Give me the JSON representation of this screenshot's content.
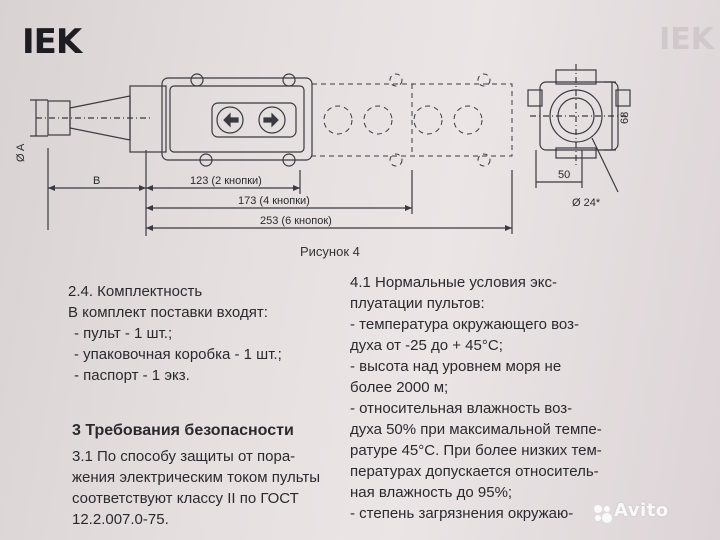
{
  "header": {
    "logo": "IEK",
    "logo_ghost": "IEK"
  },
  "figure": {
    "caption": "Рисунок 4",
    "dims": {
      "phi_a": "Ø A",
      "b": "B",
      "len_2": "123 (2 кнопки)",
      "len_4": "173 (4 кнопки)",
      "len_6": "253 (6 кнопок)",
      "height": "68",
      "width": "50",
      "hole": "Ø 24*"
    }
  },
  "left_column": {
    "heading": "2.4. Комплектность",
    "intro": "В комплект поставки входят:",
    "items": [
      "- пульт  - 1 шт.;",
      "- упаковочная коробка - 1 шт.;",
      "- паспорт - 1 экз."
    ]
  },
  "section3": {
    "title": "3  Требования безопасности",
    "lines": [
      "3.1  По способу защиты от пора-",
      "жения электрическим током пульты",
      "соответствуют классу II по ГОСТ",
      "12.2.007.0-75."
    ]
  },
  "right_column": {
    "lines": [
      "4.1  Нормальные условия экс-",
      "плуатации пультов:",
      "- температура окружающего воз-",
      "духа от -25 до + 45°С;",
      "- высота над уровнем моря не",
      "более 2000 м;",
      "- относительная влажность воз-",
      "духа 50% при максимальной темпе-",
      "ратуре 45°С. При более низких тем-",
      "пературах допускается относитель-",
      "ная влажность до 95%;",
      "- степень загрязнения окружаю-"
    ]
  },
  "watermark": {
    "text": "Avito"
  }
}
